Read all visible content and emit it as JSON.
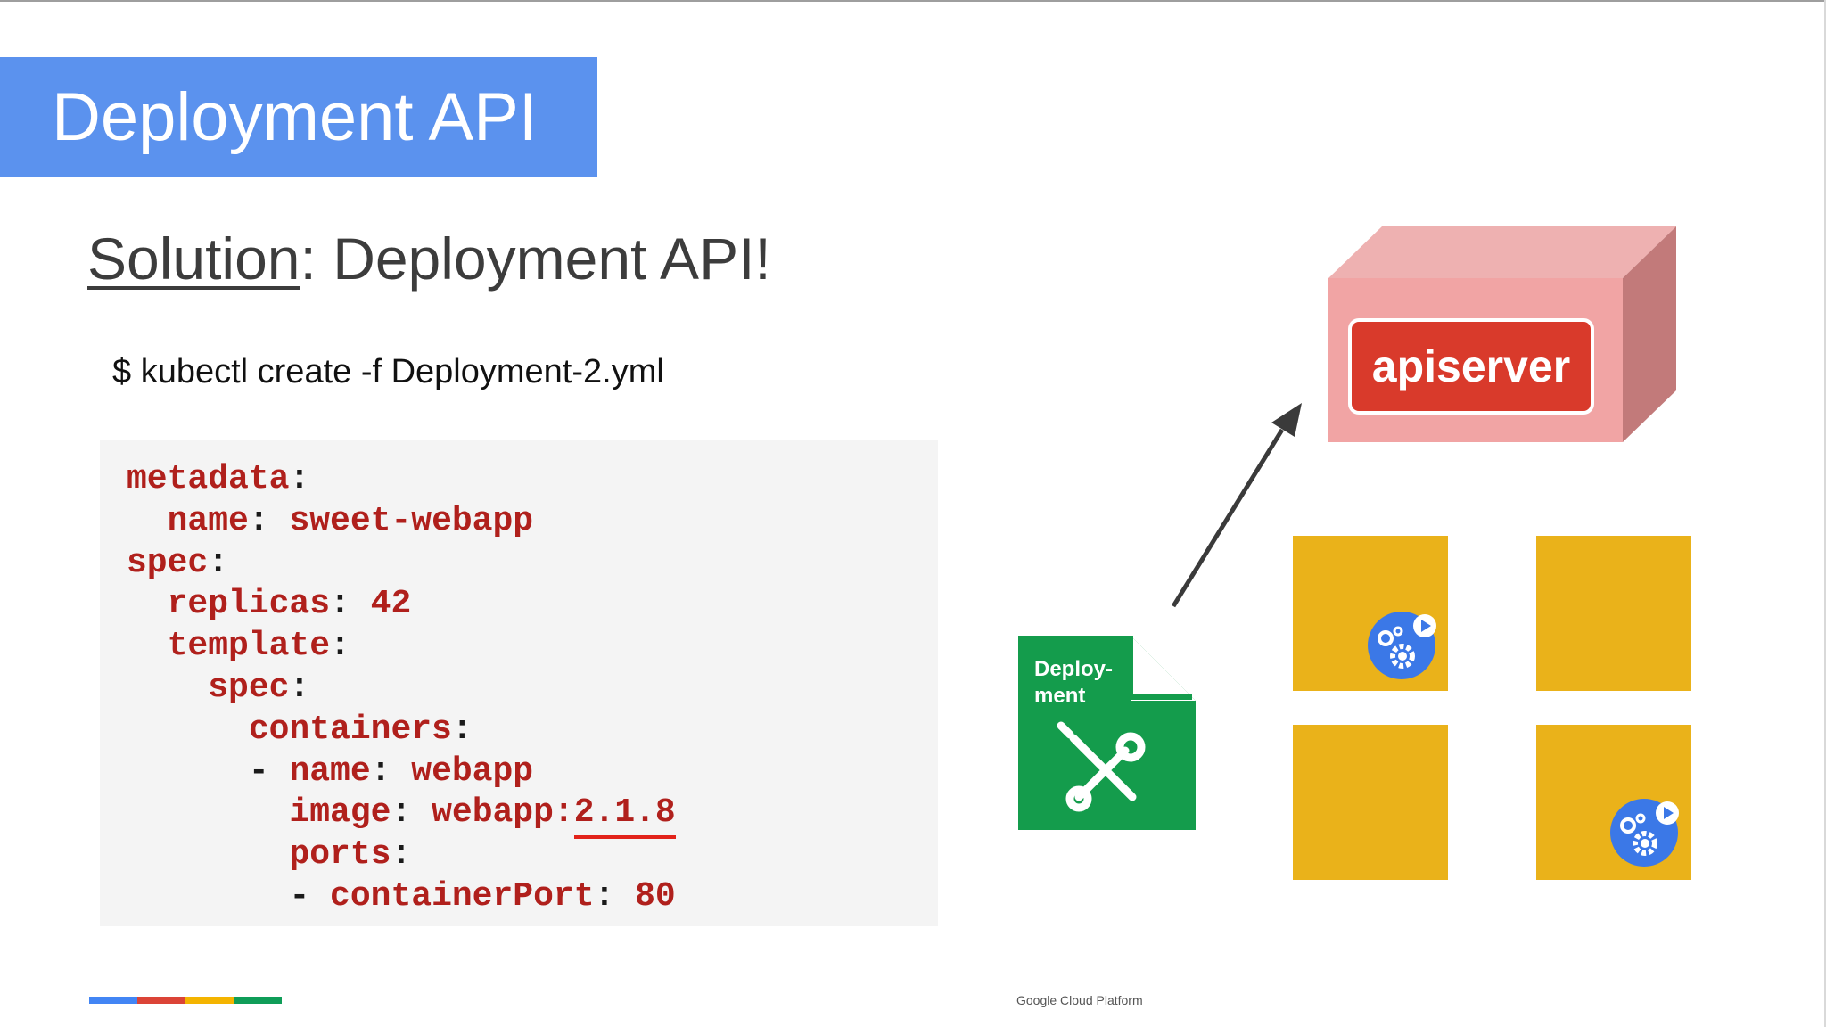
{
  "slide": {
    "title": "Deployment API",
    "subtitle": {
      "underlined_part": "Solution",
      "rest": ": Deployment API!"
    },
    "command": "$ kubectl create -f Deployment-2.yml",
    "code": {
      "lines": [
        {
          "indent": "",
          "key": "metadata",
          "sep": ":",
          "value": ""
        },
        {
          "indent": "  ",
          "key": "name",
          "sep": ":",
          "value": " sweet-webapp"
        },
        {
          "indent": "",
          "key": "spec",
          "sep": ":",
          "value": ""
        },
        {
          "indent": "  ",
          "key": "replicas",
          "sep": ":",
          "value": " 42"
        },
        {
          "indent": "  ",
          "key": "template",
          "sep": ":",
          "value": ""
        },
        {
          "indent": "    ",
          "key": "spec",
          "sep": ":",
          "value": ""
        },
        {
          "indent": "      ",
          "key": "containers",
          "sep": ":",
          "value": ""
        },
        {
          "indent": "      ",
          "dash": "- ",
          "key": "name",
          "sep": ":",
          "value": " webapp"
        },
        {
          "indent": "        ",
          "key": "image",
          "sep": ":",
          "value": " webapp:2.1.8"
        },
        {
          "indent": "        ",
          "key": "ports",
          "sep": ":",
          "value": ""
        },
        {
          "indent": "        ",
          "dash": "- ",
          "key": "containerPort",
          "sep": ":",
          "value": " 80"
        }
      ],
      "highlighted_value": "2.1.8"
    },
    "diagram": {
      "apiserver_label": "apiserver",
      "document_label": "Deploy-\nment",
      "document_icon": "wrench-screwdriver-icon",
      "pod_icon": "gears-play-icon"
    },
    "footer": {
      "text": "Google Cloud Platform",
      "bar_colors": [
        "#4285f4",
        "#db4437",
        "#f4b400",
        "#0f9d58"
      ]
    },
    "colors": {
      "title_banner": "#5b92ee",
      "code_text": "#b0201c",
      "node_yellow": "#eab21a",
      "apiserver_box": "#f1a4a4",
      "apiserver_label_bg": "#d93a2b",
      "document_green": "#149c4c",
      "pod_icon_blue": "#3b78e7"
    }
  }
}
